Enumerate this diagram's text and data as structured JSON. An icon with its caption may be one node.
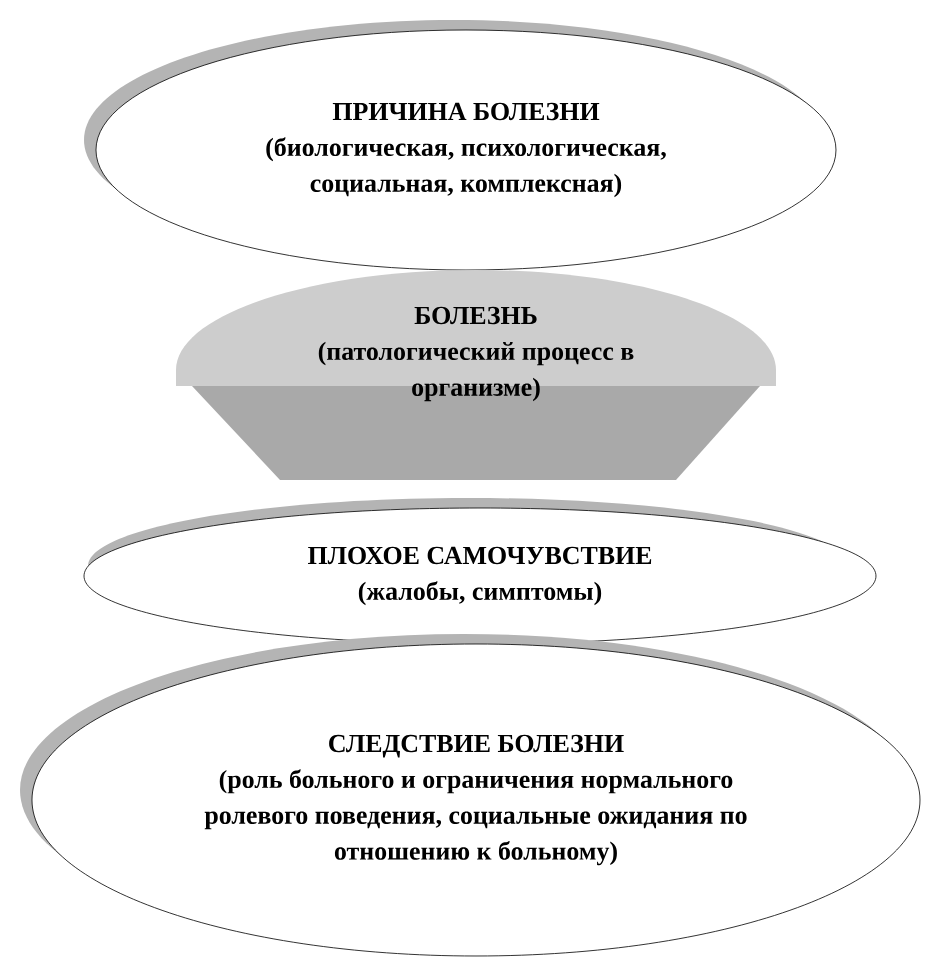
{
  "diagram": {
    "nodes": [
      {
        "text": [
          "ПРИЧИНА БОЛЕЗНИ",
          "(биологическая, психологическая, социальная, комплексная)"
        ]
      },
      {
        "text": [
          "БОЛЕЗНЬ",
          "(патологический процесс в организме)"
        ]
      },
      {
        "text": [
          "ПЛОХОЕ САМОЧУВСТВИЕ",
          "(жалобы, симптомы)"
        ]
      },
      {
        "text": [
          "СЛЕДСТВИЕ БОЛЕЗНИ",
          "(роль больного и ограничения нормального ролевого поведения, социальные ожидания по отношению к больному)"
        ]
      }
    ]
  }
}
